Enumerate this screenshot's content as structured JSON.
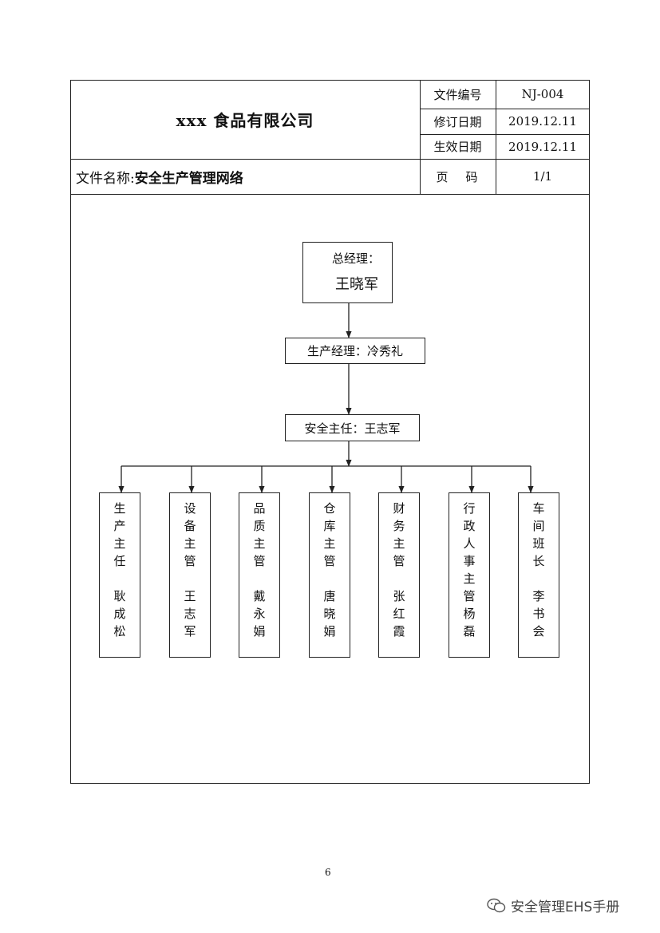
{
  "header": {
    "company": "xxx 食品有限公司",
    "file_name_label": "文件名称:",
    "file_name": "安全生产管理网络",
    "rows": [
      {
        "label": "文件编号",
        "value": "NJ-004"
      },
      {
        "label": "修订日期",
        "value": "2019.12.11"
      },
      {
        "label": "生效日期",
        "value": "2019.12.11"
      },
      {
        "label": "页码",
        "value": "1/1"
      }
    ]
  },
  "org": {
    "general_manager": {
      "title": "总经理：",
      "name": "王晓军"
    },
    "production_manager": "生产经理：冷秀礼",
    "safety_director": "安全主任：王志军",
    "departments": [
      {
        "role": "生产主任",
        "name": "耿成松"
      },
      {
        "role": "设备主管",
        "name": "王志军"
      },
      {
        "role": "品质主管",
        "name": "戴永娟"
      },
      {
        "role": "仓库主管",
        "name": "唐晓娟"
      },
      {
        "role": "财务主管",
        "name": "张红霞"
      },
      {
        "role": "行政人事主管",
        "name": "杨磊"
      },
      {
        "role": "车间班长",
        "name": "李书会"
      }
    ]
  },
  "footer": {
    "page_number": "6",
    "watermark": "安全管理EHS手册"
  },
  "colors": {
    "line": "#222222",
    "text": "#111111"
  }
}
